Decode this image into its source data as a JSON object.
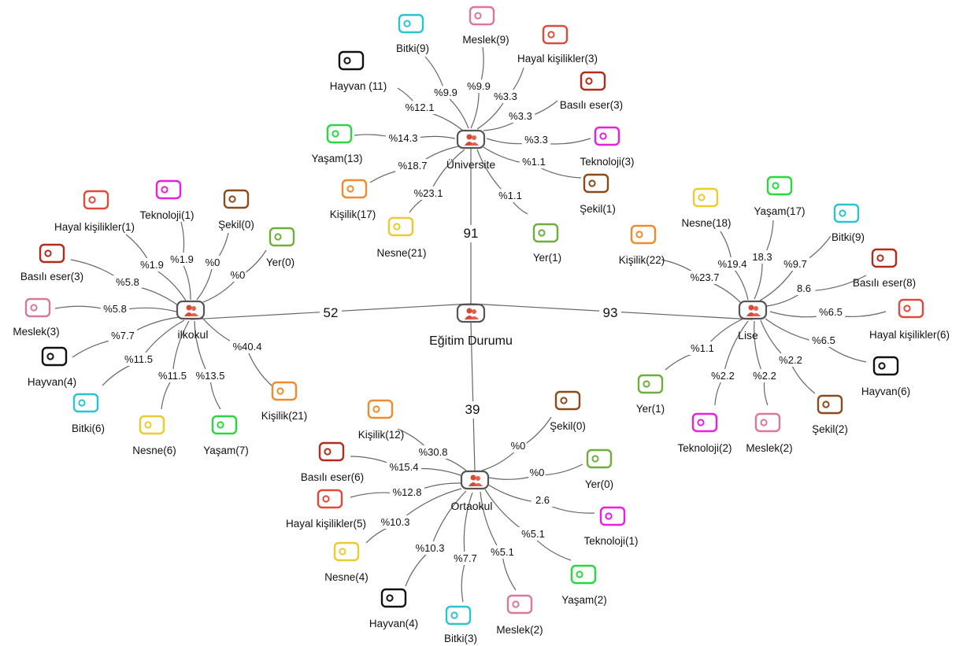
{
  "root": {
    "label": "Eğitim Durumu"
  },
  "hubs": [
    {
      "id": "universite",
      "label": "Üniversite",
      "count": "91",
      "leaves": [
        {
          "label": "Bitki(9)",
          "pct": "%9.9",
          "color": "#29c5cf"
        },
        {
          "label": "Meslek(9)",
          "pct": "%9.9",
          "color": "#d9779c"
        },
        {
          "label": "Hayal kişilikler(3)",
          "pct": "%3.3",
          "color": "#e04a3a"
        },
        {
          "label": "Basılı eser(3)",
          "pct": "%3.3",
          "color": "#b52a1b"
        },
        {
          "label": "Hayvan (11)",
          "pct": "%12.1",
          "color": "#111111"
        },
        {
          "label": "Yaşam(13)",
          "pct": "%14.3",
          "color": "#27d93d"
        },
        {
          "label": "Teknoloji(3)",
          "pct": "%3.3",
          "color": "#e81ee0"
        },
        {
          "label": "Kişilik(17)",
          "pct": "%18.7",
          "color": "#ef8a2e"
        },
        {
          "label": "Şekil(1)",
          "pct": "%1.1",
          "color": "#8b4a1c"
        },
        {
          "label": "Nesne(21)",
          "pct": "%23.1",
          "color": "#ebcb2d"
        },
        {
          "label": "Yer(1)",
          "pct": "%1.1",
          "color": "#6fae3a"
        }
      ]
    },
    {
      "id": "ilkokul",
      "label": "ilkokul",
      "count": "52",
      "leaves": [
        {
          "label": "Hayal kişilikler(1)",
          "pct": "%1.9",
          "color": "#e04a3a"
        },
        {
          "label": "Teknoloji(1)",
          "pct": "%1.9",
          "color": "#e81ee0"
        },
        {
          "label": "Şekil(0)",
          "pct": "%0",
          "color": "#8b4a1c"
        },
        {
          "label": "Yer(0)",
          "pct": "%0",
          "color": "#6fae3a"
        },
        {
          "label": "Basılı eser(3)",
          "pct": "%5.8",
          "color": "#b52a1b"
        },
        {
          "label": "Meslek(3)",
          "pct": "%5.8",
          "color": "#d9779c"
        },
        {
          "label": "Hayvan(4)",
          "pct": "%7.7",
          "color": "#111111"
        },
        {
          "label": "Bitki(6)",
          "pct": "%11.5",
          "color": "#29c5cf"
        },
        {
          "label": "Nesne(6)",
          "pct": "%11.5",
          "color": "#ebcb2d"
        },
        {
          "label": "Yaşam(7)",
          "pct": "%13.5",
          "color": "#27d93d"
        },
        {
          "label": "Kişilik(21)",
          "pct": "%40.4",
          "color": "#ef8a2e"
        }
      ]
    },
    {
      "id": "lise",
      "label": "Lise",
      "count": "93",
      "leaves": [
        {
          "label": "Nesne(18)",
          "pct": "%19.4",
          "color": "#ebcb2d"
        },
        {
          "label": "Yaşam(17)",
          "pct": "18.3",
          "color": "#27d93d"
        },
        {
          "label": "Bitki(9)",
          "pct": "%9.7",
          "color": "#29c5cf"
        },
        {
          "label": "Kişilik(22)",
          "pct": "%23.7",
          "color": "#ef8a2e"
        },
        {
          "label": "Basılı eser(8)",
          "pct": "8.6",
          "color": "#b52a1b"
        },
        {
          "label": "Hayal kişilikler(6)",
          "pct": "%6.5",
          "color": "#e04a3a"
        },
        {
          "label": "Hayvan(6)",
          "pct": "%6.5",
          "color": "#111111"
        },
        {
          "label": "Yer(1)",
          "pct": "%1.1",
          "color": "#6fae3a"
        },
        {
          "label": "Teknoloji(2)",
          "pct": "%2.2",
          "color": "#e81ee0"
        },
        {
          "label": "Meslek(2)",
          "pct": "%2.2",
          "color": "#d9779c"
        },
        {
          "label": "Şekil(2)",
          "pct": "%2.2",
          "color": "#8b4a1c"
        }
      ]
    },
    {
      "id": "ortaokul",
      "label": "Ortaokul",
      "count": "39",
      "leaves": [
        {
          "label": "Kişilik(12)",
          "pct": "%30.8",
          "color": "#ef8a2e"
        },
        {
          "label": "Şekil(0)",
          "pct": "%0",
          "color": "#8b4a1c"
        },
        {
          "label": "Basılı eser(6)",
          "pct": "%15.4",
          "color": "#b52a1b"
        },
        {
          "label": "Yer(0)",
          "pct": "%0",
          "color": "#6fae3a"
        },
        {
          "label": "Hayal kişilikler(5)",
          "pct": "%12.8",
          "color": "#e04a3a"
        },
        {
          "label": "Teknoloji(1)",
          "pct": "2.6",
          "color": "#e81ee0"
        },
        {
          "label": "Nesne(4)",
          "pct": "%10.3",
          "color": "#ebcb2d"
        },
        {
          "label": "Hayvan(4)",
          "pct": "%10.3",
          "color": "#111111"
        },
        {
          "label": "Bitki(3)",
          "pct": "%7.7",
          "color": "#29c5cf"
        },
        {
          "label": "Meslek(2)",
          "pct": "%5.1",
          "color": "#d9779c"
        },
        {
          "label": "Yaşam(2)",
          "pct": "%5.1",
          "color": "#27d93d"
        }
      ]
    }
  ]
}
